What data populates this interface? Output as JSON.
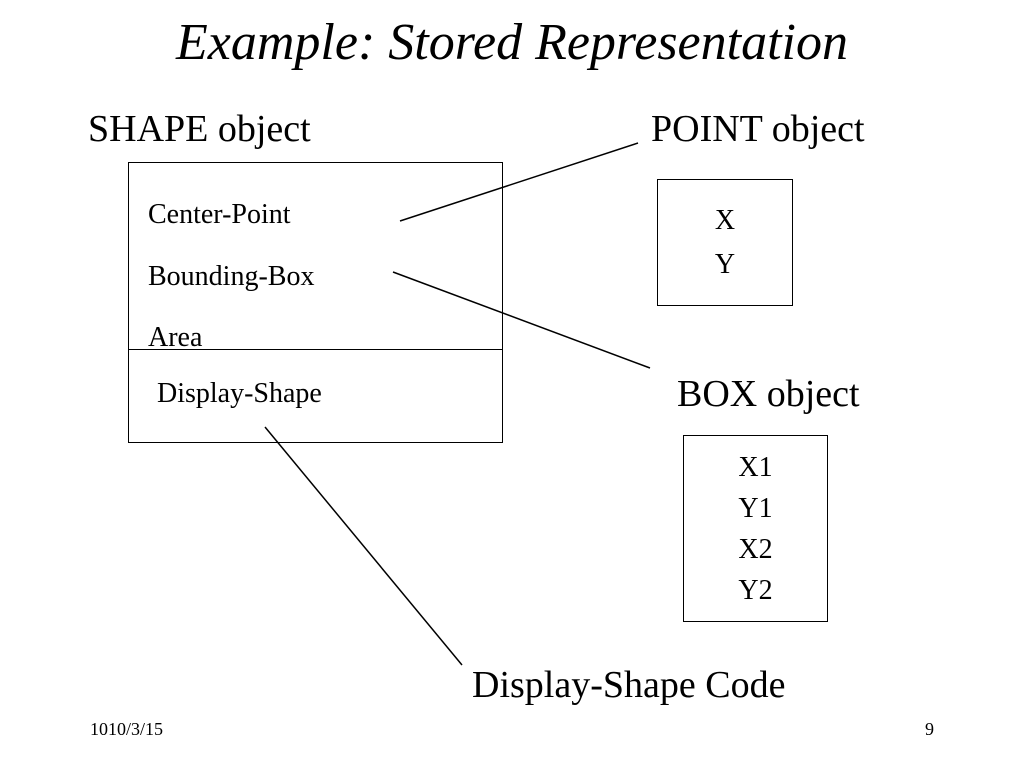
{
  "slide": {
    "title": "Example: Stored Representation",
    "footer_date": "1010/3/15",
    "footer_page": "9"
  },
  "shape_object": {
    "heading": "SHAPE object",
    "fields": [
      "Center-Point",
      "Bounding-Box",
      "Area"
    ],
    "method": "Display-Shape"
  },
  "point_object": {
    "heading": "POINT object",
    "fields": [
      "X",
      "Y"
    ]
  },
  "box_object": {
    "heading": "BOX object",
    "fields": [
      "X1",
      "Y1",
      "X2",
      "Y2"
    ]
  },
  "code_label": "Display-Shape Code"
}
